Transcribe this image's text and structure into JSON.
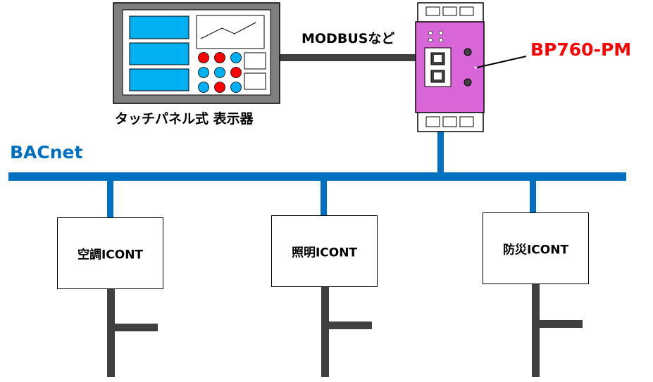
{
  "panel": {
    "label": "タッチパネル式 表示器",
    "indicator_colors": [
      "#ff0000",
      "#ff0000",
      "#00b0f0",
      "#00b0f0",
      "#00b0f0",
      "#ff0000",
      "#00b0f0",
      "#ff0000",
      "#00b0f0"
    ]
  },
  "link": {
    "label": "MODBUSなど"
  },
  "device": {
    "label": "BP760-PM",
    "body_color": "#d966d9"
  },
  "network": {
    "label": "BACnet",
    "color": "#0070c0"
  },
  "controllers": [
    {
      "label": "空調ICONT"
    },
    {
      "label": "照明ICONT"
    },
    {
      "label": "防災ICONT"
    }
  ],
  "colors": {
    "field_line": "#404040",
    "accent_red": "#ff0000"
  }
}
